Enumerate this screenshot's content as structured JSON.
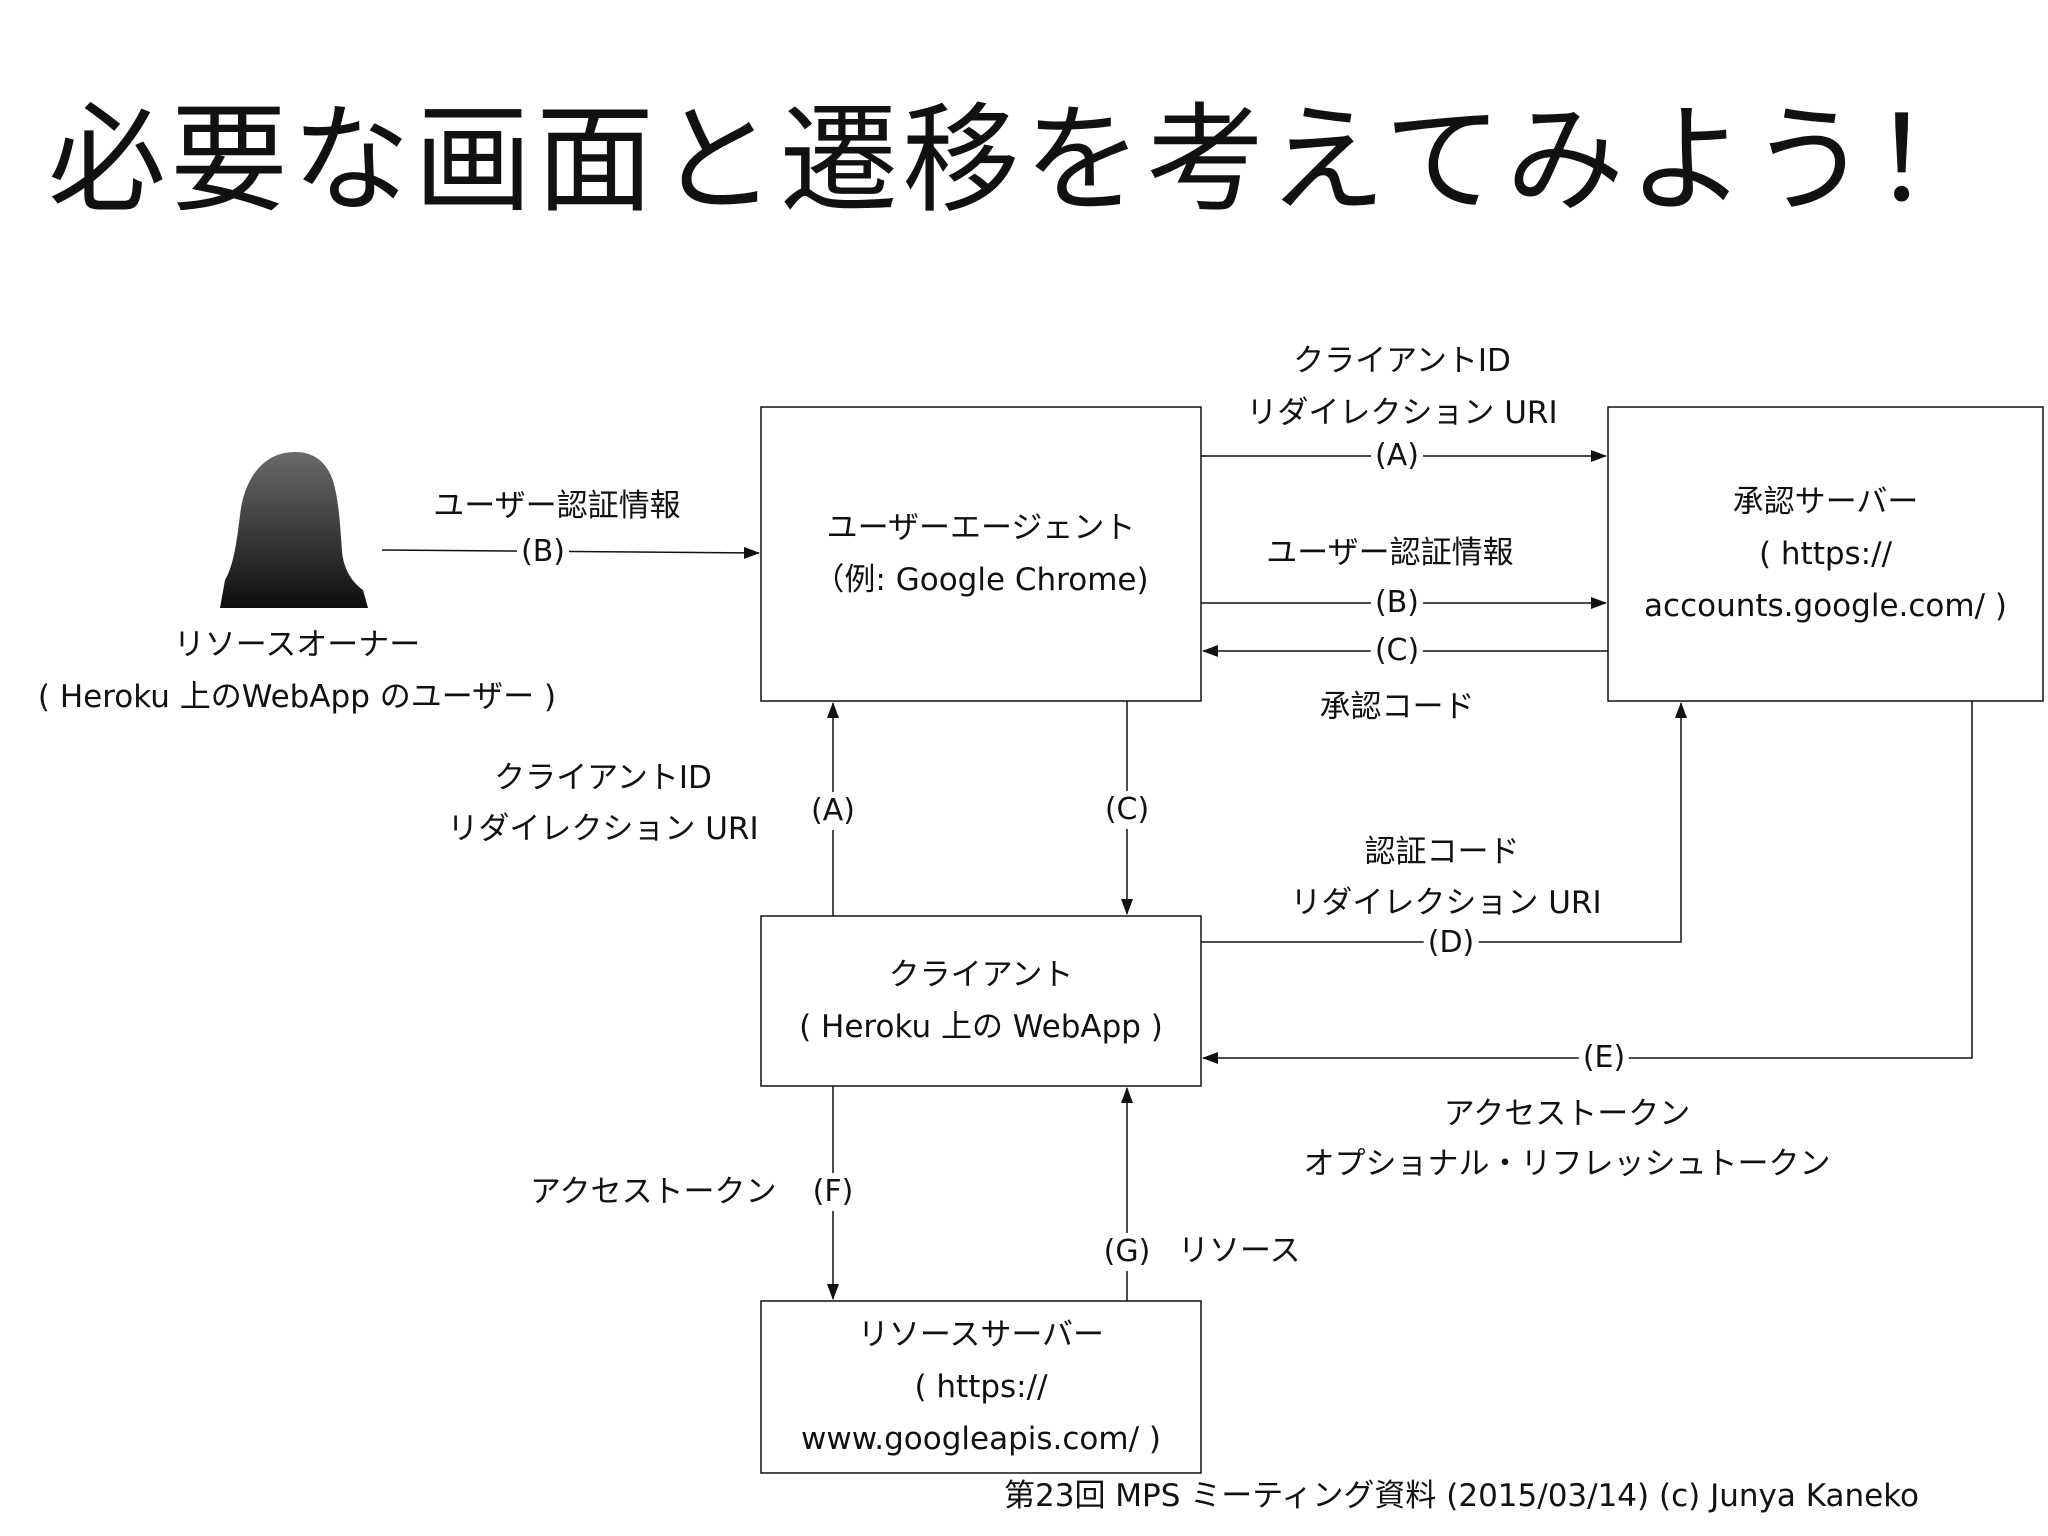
{
  "title": "必要な画面と遷移を考えてみよう！",
  "resource_owner": {
    "line1": "リソースオーナー",
    "line2": "( Heroku 上のWebApp のユーザー )"
  },
  "user_agent": {
    "line1": "ユーザーエージェント",
    "line2": "（例: Google Chrome)"
  },
  "auth_server": {
    "line1": "承認サーバー",
    "line2": "( https://",
    "line3": "accounts.google.com/ )"
  },
  "client": {
    "line1": "クライアント",
    "line2": "( Heroku 上の WebApp )"
  },
  "resource_server": {
    "line1": "リソースサーバー",
    "line2": "( https://",
    "line3": "www.googleapis.com/ )"
  },
  "flows": {
    "owner_to_agent": {
      "label": "ユーザー認証情報",
      "marker": "(B)"
    },
    "agent_to_auth_a": {
      "label1": "クライアントID",
      "label2": "リダイレクション URI",
      "marker": "(A)"
    },
    "agent_to_auth_b": {
      "label": "ユーザー認証情報",
      "marker": "(B)"
    },
    "auth_to_agent_c": {
      "label": "承認コード",
      "marker": "(C)"
    },
    "client_to_agent_a": {
      "label1": "クライアントID",
      "label2": "リダイレクション URI",
      "marker": "(A)"
    },
    "agent_to_client_c": {
      "marker": "(C)"
    },
    "client_to_auth_d": {
      "label1": "認証コード",
      "label2": "リダイレクション URI",
      "marker": "(D)"
    },
    "auth_to_client_e": {
      "label1": "アクセストークン",
      "label2": "オプショナル・リフレッシュトークン",
      "marker": "(E)"
    },
    "client_to_resource_f": {
      "label": "アクセストークン",
      "marker": "(F)"
    },
    "resource_to_client_g": {
      "label": "リソース",
      "marker": "(G)"
    }
  },
  "footer": "第23回 MPS ミーティング資料 (2015/03/14) (c) Junya Kaneko"
}
